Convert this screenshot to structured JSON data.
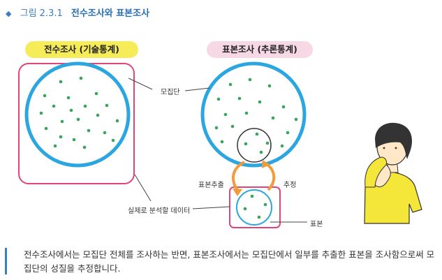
{
  "header": {
    "figure_label": "그림 2.3.1",
    "title": "전수조사와 표본조사"
  },
  "left_panel": {
    "title": "전수조사 (기술통계)"
  },
  "right_panel": {
    "title": "표본조사 (추론통계)"
  },
  "labels": {
    "population": "모집단",
    "sampling": "표본추출",
    "estimation": "추정",
    "data_to_analyze": "실제로 분석할 데이터",
    "sample": "표본"
  },
  "caption": "전수조사에서는 모집단 전체를 조사하는 반면, 표본조사에서는 모집단에서 일부를 추출한 표본을 조사함으로써 모집단의 성질을 추정합니다.",
  "colors": {
    "accent_blue": "#2ba6e0",
    "frame_pink": "#e0457a",
    "dot_green": "#3aa55a",
    "arrow_orange": "#f39a3a",
    "pill_yellow": "#f6ec5a",
    "pill_pink": "#f7d9e5",
    "shirt_yellow": "#f5e63a"
  }
}
